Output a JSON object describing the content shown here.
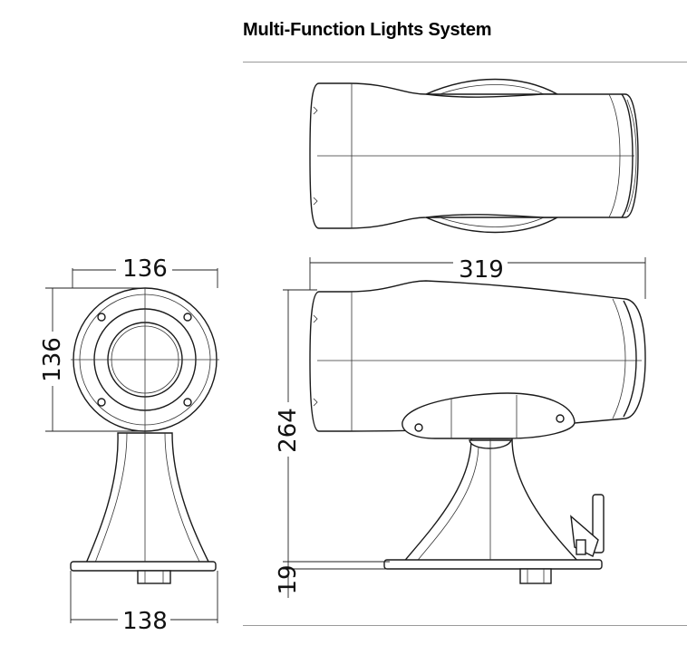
{
  "title": "Multi-Function Lights System",
  "dimensions": {
    "front_width": "136",
    "front_height": "136",
    "base_width": "138",
    "overall_length": "319",
    "overall_height": "264",
    "base_thickness": "19"
  },
  "views": [
    "top-view",
    "front-view",
    "side-view"
  ],
  "colors": {
    "line": "#1a1a1a",
    "rule": "#9a9a9a",
    "background": "#ffffff"
  }
}
